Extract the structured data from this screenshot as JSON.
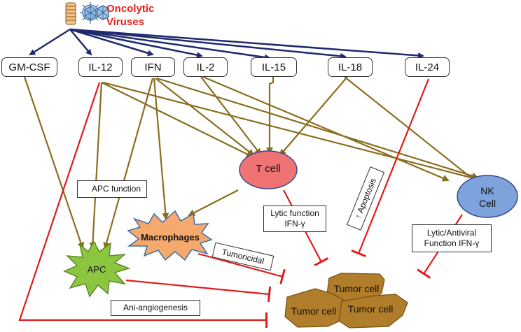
{
  "header": {
    "title_line1": "Oncolytic",
    "title_line2": "Viruses"
  },
  "cytokines": [
    "GM-CSF",
    "IL-12",
    "IFN",
    "IL-2",
    "IL-15",
    "IL-18",
    "IL-24"
  ],
  "cells": {
    "t_cell": "T cell",
    "nk_line1": "NK",
    "nk_line2": "Cell",
    "macrophages": "Macrophages",
    "apc": "APC",
    "tumor": [
      "Tumor cell",
      "Tumor cell",
      "Tumor cell"
    ]
  },
  "annotations": {
    "apc_function": "APC function",
    "lytic_line1": "Lytic function",
    "lytic_line2": "IFN-γ",
    "nk_function_line1": "Lytic/Antiviral",
    "nk_function_line2": "Function IFN-γ",
    "apoptosis": "Apoptosis",
    "tumoricidal": "Tumoricidal",
    "angiogenesis": "Ani-angiogenesis"
  },
  "colors": {
    "virus_arrow": "#1f2a6e",
    "stimulate_arrow": "#8a6d1e",
    "inhibit_line": "#e01b1b",
    "t_cell_fill": "#f07373",
    "nk_fill": "#7ea3dc",
    "macrophage_fill": "#f6a96c",
    "apc_fill": "#8cc63f",
    "tumor_fill": "#b07d2a"
  }
}
